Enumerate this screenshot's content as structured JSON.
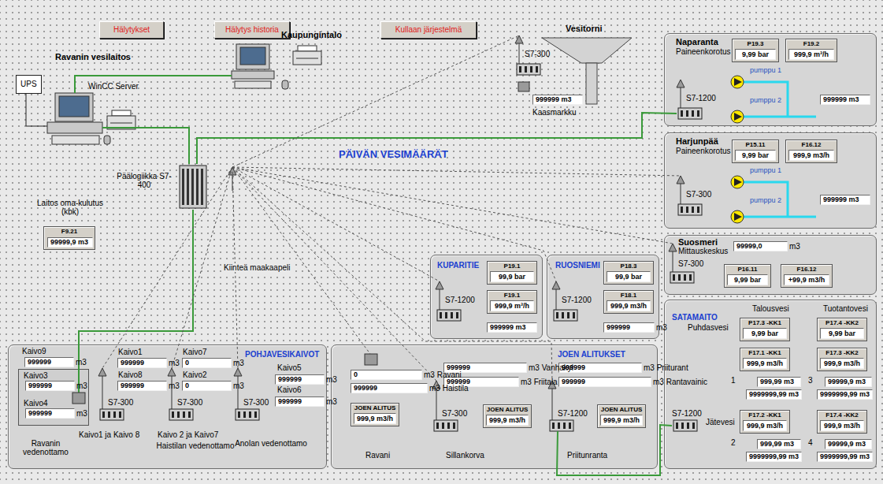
{
  "diagram": {
    "nodes": [
      {
        "text": [
          "Hälytykset"
        ]
      },
      {
        "text": [
          "Hälytys historia"
        ]
      },
      {
        "text": [
          "Kullaan järjestelmä"
        ]
      },
      {
        "text": [
          "UPS"
        ]
      },
      {
        "text": [
          "Päälogiikka S7-400"
        ]
      },
      {
        "text": [
          "F9.21"
        ]
      },
      {
        "text": [
          "99999,9 m3"
        ],
        "in": 5
      },
      {
        "text": [
          "S7-300"
        ]
      },
      {
        "text": [
          "999999 m3"
        ]
      },
      {
        "text": [
          "Naparanta",
          "Paineenkorotus"
        ]
      },
      {
        "text": [
          "P19.3",
          "9,99 bar"
        ],
        "in": 9
      },
      {
        "text": [
          "F19.2",
          "999,9 m³/h"
        ],
        "in": 9
      },
      {
        "text": [
          "S7-1200"
        ],
        "in": 9
      },
      {
        "text": [
          "999999 m3"
        ],
        "in": 9
      },
      {
        "text": [
          "Harjunpää",
          "Paineenkorotus"
        ]
      },
      {
        "text": [
          "P15.11",
          "9,99 bar"
        ],
        "in": 14
      },
      {
        "text": [
          "F16.12",
          "999,9 m3/h"
        ],
        "in": 14
      },
      {
        "text": [
          "S7-300"
        ],
        "in": 14
      },
      {
        "text": [
          "999999 m3"
        ],
        "in": 14
      },
      {
        "text": [
          "Suosmeri",
          "Mittauskeskus"
        ]
      },
      {
        "text": [
          "99999,0",
          "m3"
        ],
        "in": 19
      },
      {
        "text": [
          "S7-300"
        ],
        "in": 19
      },
      {
        "text": [
          "P16.11",
          "9,99 bar"
        ],
        "in": 19
      },
      {
        "text": [
          "F16.12",
          "+99,9 m3/h"
        ],
        "in": 19
      },
      {
        "text": [
          "KUPARITIE"
        ]
      },
      {
        "text": [
          "S7-1200"
        ],
        "in": 24
      },
      {
        "text": [
          "P19.1",
          "99,9 bar"
        ],
        "in": 24
      },
      {
        "text": [
          "F19.1",
          "999,9 m³/h"
        ],
        "in": 24
      },
      {
        "text": [
          "999999 m3"
        ],
        "in": 24
      },
      {
        "text": [
          "RUOSNIEMI"
        ]
      },
      {
        "text": [
          "S7-1200"
        ],
        "in": 29
      },
      {
        "text": [
          "P18.3",
          "99,9 bar"
        ],
        "in": 29
      },
      {
        "text": [
          "F18.1",
          "999,9 m3/h"
        ],
        "in": 29
      },
      {
        "text": [
          "999999",
          "m3"
        ],
        "in": 29
      },
      {
        "text": [
          "SATAMAITO",
          "Puhdasvesi"
        ]
      },
      {
        "text": [
          "P17.3 -KK1",
          "9,99 bar"
        ],
        "in": 34
      },
      {
        "text": [
          "P17.4 -KK2",
          "9,99 bar"
        ],
        "in": 34
      },
      {
        "text": [
          "F17.1 -KK1",
          "999,9 m3/h"
        ],
        "in": 34
      },
      {
        "text": [
          "F17.3 -KK2",
          "999,9 m3/h"
        ],
        "in": 34
      },
      {
        "text": [
          "999,99 m3"
        ],
        "in": 34
      },
      {
        "text": [
          "9999999,99 m3"
        ],
        "in": 34
      },
      {
        "text": [
          "99999,9 m3"
        ],
        "in": 34
      },
      {
        "text": [
          "9999999,99 m3"
        ],
        "in": 34
      },
      {
        "text": [
          "F17.2 -KK1",
          "999,9 m3/h"
        ],
        "in": 34
      },
      {
        "text": [
          "F17.4 -KK2",
          "999,9 m3/h"
        ],
        "in": 34
      },
      {
        "text": [
          "999,99 m3"
        ],
        "in": 34
      },
      {
        "text": [
          "9999999,99 m3"
        ],
        "in": 34
      },
      {
        "text": [
          "99999,9 m3"
        ],
        "in": 34
      },
      {
        "text": [
          "9999999,99 m3"
        ],
        "in": 34
      },
      {
        "text": [
          "S7-1200"
        ],
        "in": 34
      },
      {
        "text": [
          "POHJAVESIKAIVOT"
        ]
      },
      {
        "text": [
          "Kaivo3",
          "Kaivo4"
        ],
        "in": 50
      },
      {
        "text": [
          "999999",
          "m3"
        ],
        "in": 51
      },
      {
        "text": [
          "999999",
          "m3"
        ],
        "in": 51
      },
      {
        "text": [
          "999999",
          "m3"
        ],
        "in": 50
      },
      {
        "text": [
          "999999",
          "m3"
        ],
        "in": 50
      },
      {
        "text": [
          "999999",
          "m3"
        ],
        "in": 50
      },
      {
        "text": [
          "S7-300"
        ],
        "in": 50
      },
      {
        "text": [
          "0",
          "m3"
        ],
        "in": 50
      },
      {
        "text": [
          "0",
          "m3"
        ],
        "in": 50
      },
      {
        "text": [
          "S7-300"
        ],
        "in": 50
      },
      {
        "text": [
          "S7-300"
        ],
        "in": 50
      },
      {
        "text": [
          "999999",
          "m3"
        ],
        "in": 50
      },
      {
        "text": [
          "999999",
          "m3"
        ],
        "in": 50
      },
      {
        "text": [
          "JOEN ALITUKSET"
        ]
      },
      {
        "text": [
          "0",
          "m3 Ravani"
        ],
        "in": 64
      },
      {
        "text": [
          "999999",
          "m3 Haistila"
        ],
        "in": 64
      },
      {
        "text": [
          "JOEN ALITUS",
          "999,9 m3/h"
        ],
        "in": 64
      },
      {
        "text": [
          "999999",
          "m3 Vanhakyl"
        ],
        "in": 64
      },
      {
        "text": [
          "999999",
          "m3 Friitala"
        ],
        "in": 64
      },
      {
        "text": [
          "S7-300"
        ],
        "in": 64
      },
      {
        "text": [
          "JOEN ALITUS",
          "999,9 m3/h"
        ],
        "in": 64
      },
      {
        "text": [
          "999999",
          "m3 Priiturant"
        ],
        "in": 64
      },
      {
        "text": [
          "999999",
          "m3 Rantavainic"
        ],
        "in": 64
      },
      {
        "text": [
          "S7-1200"
        ],
        "in": 64
      },
      {
        "text": [
          "JOEN ALITUS",
          "999,9 m3/h"
        ],
        "in": 64
      }
    ],
    "edges": [
      {
        "from": 4,
        "to": 12,
        "arrow": "none"
      },
      {
        "from": 74,
        "to": 49,
        "arrow": "none"
      },
      {
        "from": 4,
        "to": 7,
        "arrow": "none"
      },
      {
        "from": 4,
        "to": 17,
        "arrow": "none"
      },
      {
        "from": 4,
        "to": 21,
        "arrow": "none"
      },
      {
        "from": 4,
        "to": 25,
        "arrow": "none"
      },
      {
        "from": 4,
        "to": 30,
        "arrow": "none"
      },
      {
        "from": 4,
        "to": 70,
        "arrow": "none"
      },
      {
        "from": 4,
        "to": 74,
        "arrow": "none"
      },
      {
        "from": 4,
        "to": 57,
        "arrow": "none"
      },
      {
        "from": 4,
        "to": 60,
        "arrow": "none"
      },
      {
        "from": 4,
        "to": 61,
        "arrow": "none"
      }
    ],
    "labels": [
      "Ravanin vesilaitos",
      "WinCC Server",
      "Kaupungintalo",
      "Vesitorni",
      "Kaasmarkku",
      "PÄIVÄN VESIMÄÄRÄT",
      "Laitos oma-kulutus (kbk)",
      "Kiinteä maakaapeli",
      "pumppu 1",
      "pumppu 2",
      "pumppu 1",
      "pumppu 2",
      "Talousvesi",
      "Tuotantovesi",
      "1",
      "3",
      "Jätevesi",
      "2",
      "4",
      "Kaivo9",
      "Kaivo1",
      "Kaivo8",
      "Kaivo7",
      "Kaivo2",
      "Kaivo5",
      "Kaivo6",
      "Kaivo1 ja Kaivo 8",
      "Kaivo 2 ja Kaivo7",
      "Ravanin vedenottamo",
      "Haistilan vedenottamo",
      "Anolan vedenottamo",
      "Ravani",
      "Sillankorva",
      "Priitunranta"
    ]
  }
}
